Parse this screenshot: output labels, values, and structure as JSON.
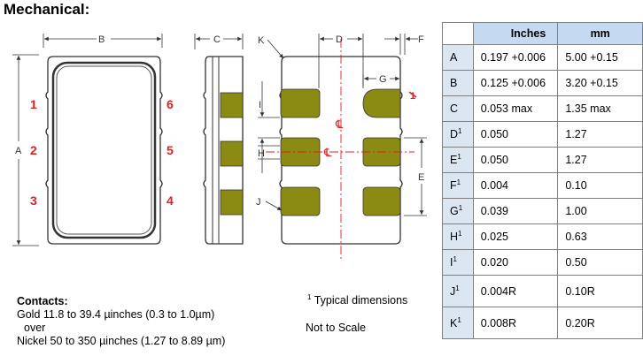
{
  "heading": "Mechanical:",
  "drawing": {
    "dim_labels": {
      "A": "A",
      "B": "B",
      "C": "C",
      "D": "D",
      "E": "E",
      "F": "F",
      "G": "G",
      "H": "H",
      "I": "I",
      "J": "J",
      "K": "K"
    },
    "pins_left": [
      "1",
      "2",
      "3"
    ],
    "pins_right": [
      "6",
      "5",
      "4"
    ],
    "pin1_marker": "1",
    "centerline_symbol": "℄"
  },
  "notes": {
    "contacts_title": "Contacts:",
    "contacts_gold": "Gold   11.8 to 39.4 µinches (0.3 to 1.0µm)",
    "contacts_over": "over",
    "contacts_nickel": "Nickel 50 to 350 µinches (1.27 to 8.89 µm)",
    "typical_mark": "1",
    "typical_text": " Typical dimensions",
    "not_to_scale": "Not to Scale"
  },
  "table": {
    "headers": {
      "letter": "",
      "inches": "Inches",
      "mm": "mm"
    },
    "rows": [
      {
        "letter": "A",
        "sup": "",
        "inches": "0.197 +0.006",
        "mm": "5.00 +0.15"
      },
      {
        "letter": "B",
        "sup": "",
        "inches": "0.125 +0.006",
        "mm": "3.20 +0.15"
      },
      {
        "letter": "C",
        "sup": "",
        "inches": "0.053 max",
        "mm": "1.35 max"
      },
      {
        "letter": "D",
        "sup": "1",
        "inches": "0.050",
        "mm": "1.27"
      },
      {
        "letter": "E",
        "sup": "1",
        "inches": "0.050",
        "mm": "1.27"
      },
      {
        "letter": "F",
        "sup": "1",
        "inches": "0.004",
        "mm": "0.10"
      },
      {
        "letter": "G",
        "sup": "1",
        "inches": "0.039",
        "mm": "1.00"
      },
      {
        "letter": "H",
        "sup": "1",
        "inches": "0.025",
        "mm": "0.63"
      },
      {
        "letter": "I",
        "sup": "1",
        "inches": "0.020",
        "mm": "0.50"
      },
      {
        "letter": "J",
        "sup": "1",
        "inches": "0.004R",
        "mm": "0.10R"
      },
      {
        "letter": "K",
        "sup": "1",
        "inches": "0.008R",
        "mm": "0.20R"
      }
    ]
  }
}
